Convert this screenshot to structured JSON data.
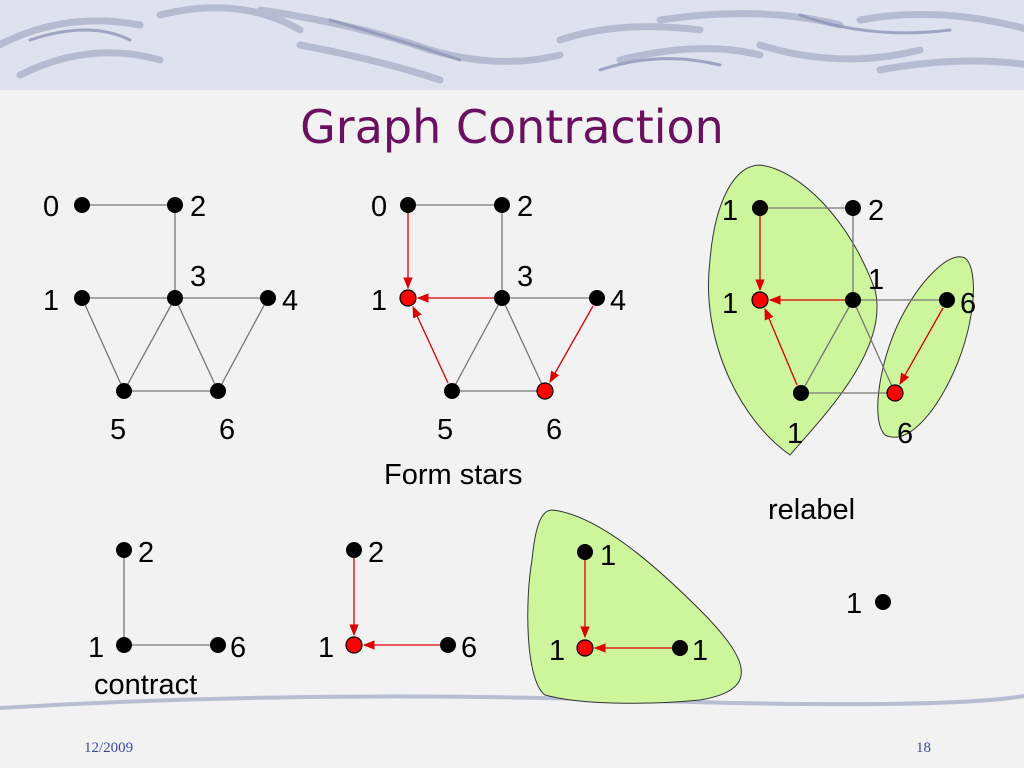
{
  "slide": {
    "title": "Graph Contraction",
    "date": "12/2009",
    "page_number": "18"
  },
  "colors": {
    "title": "#6b1060",
    "edge_gray": "#777777",
    "arrow_red": "#dd0000",
    "node_black": "#000000",
    "node_red": "#ff0000",
    "blob_green": "#ccf59c"
  },
  "captions": {
    "form_stars": "Form stars",
    "relabel": "relabel",
    "contract": "contract"
  },
  "graphs": {
    "original": {
      "node_labels": [
        "0",
        "2",
        "3",
        "1",
        "4",
        "5",
        "6"
      ]
    },
    "stars": {
      "node_labels": [
        "0",
        "2",
        "3",
        "1",
        "4",
        "5",
        "6"
      ]
    },
    "relabeled": {
      "node_labels": [
        "1",
        "2",
        "1",
        "1",
        "6",
        "1",
        "6"
      ]
    },
    "contracted": {
      "node_labels": [
        "2",
        "1",
        "6"
      ]
    },
    "contracted_stars": {
      "node_labels": [
        "2",
        "1",
        "6"
      ]
    },
    "final_star": {
      "node_labels": [
        "1",
        "1",
        "1"
      ]
    },
    "single": {
      "node_labels": [
        "1"
      ]
    }
  }
}
